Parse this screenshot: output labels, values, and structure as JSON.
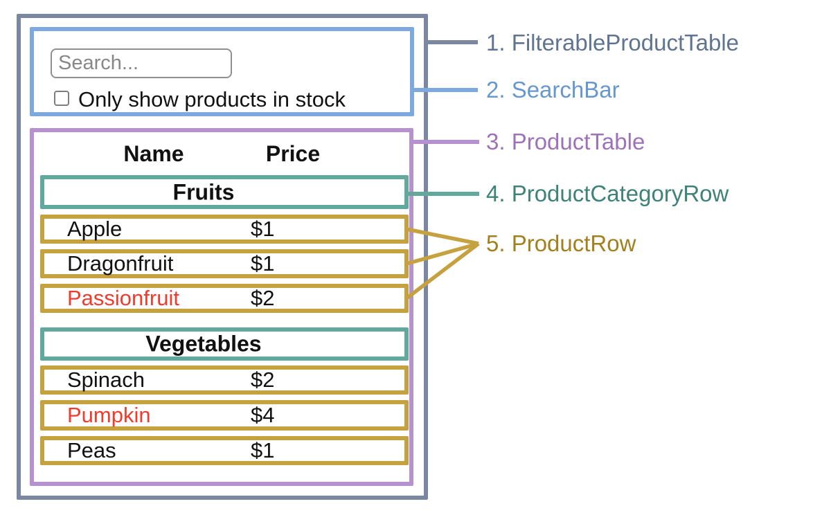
{
  "colors": {
    "outline-gray": "#7b87a0",
    "outline-blue": "#7ea9de",
    "outline-purple": "#b691cf",
    "outline-teal": "#62a89d",
    "outline-gold": "#c6a13f",
    "text-gray": "#5f7490",
    "text-blue": "#6697cf",
    "text-purple": "#9c72b8",
    "text-teal": "#3f8278",
    "text-gold": "#a2801f",
    "out-of-stock-red": "#f23b2c"
  },
  "search_bar": {
    "placeholder": "Search...",
    "checkbox_label": "Only show products in stock",
    "checkbox_checked": false
  },
  "product_table": {
    "headers": {
      "name": "Name",
      "price": "Price"
    },
    "sections": [
      {
        "category": "Fruits",
        "rows": [
          {
            "name": "Apple",
            "price": "$1",
            "out_of_stock": false
          },
          {
            "name": "Dragonfruit",
            "price": "$1",
            "out_of_stock": false
          },
          {
            "name": "Passionfruit",
            "price": "$2",
            "out_of_stock": true
          }
        ]
      },
      {
        "category": "Vegetables",
        "rows": [
          {
            "name": "Spinach",
            "price": "$2",
            "out_of_stock": false
          },
          {
            "name": "Pumpkin",
            "price": "$4",
            "out_of_stock": true
          },
          {
            "name": "Peas",
            "price": "$1",
            "out_of_stock": false
          }
        ]
      }
    ]
  },
  "legend": [
    {
      "label": "1. FilterableProductTable"
    },
    {
      "label": "2. SearchBar"
    },
    {
      "label": "3. ProductTable"
    },
    {
      "label": "4. ProductCategoryRow"
    },
    {
      "label": "5. ProductRow"
    }
  ]
}
